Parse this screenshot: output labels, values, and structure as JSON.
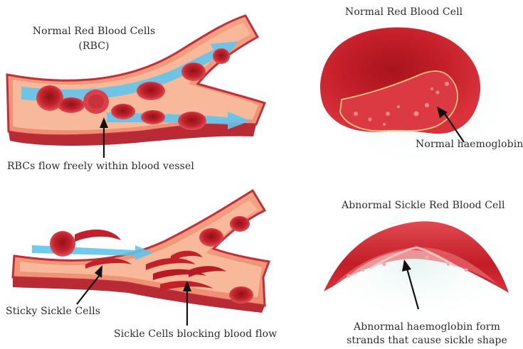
{
  "labels": {
    "normal_cells_title_line1": "Normal Red Blood Cells",
    "normal_cells_title_line2": "(RBC)",
    "normal_flow_caption": "RBCs flow freely within blood vessel",
    "normal_cell_title": "Normal Red Blood Cell",
    "normal_haemoglobin": "Normal haemoglobin",
    "sickle_cell_title": "Abnormal Sickle Red Blood Cell",
    "sticky_sickle": "Sticky Sickle Cells",
    "blocking_flow": "Sickle Cells blocking blood flow",
    "abnormal_haemoglobin_line1": "Abnormal haemoglobin form",
    "abnormal_haemoglobin_line2": "strands that cause sickle shape"
  },
  "colors": {
    "vessel_outer": "#f0967c",
    "vessel_inner": "#f7b395",
    "vessel_wall": "#c0303a",
    "cell_red": "#c8202b",
    "cell_dark": "#8e1218",
    "cell_light": "#ee6b6b",
    "flow_arrow": "#5cc3ea",
    "halo": "#e3f3f0"
  }
}
